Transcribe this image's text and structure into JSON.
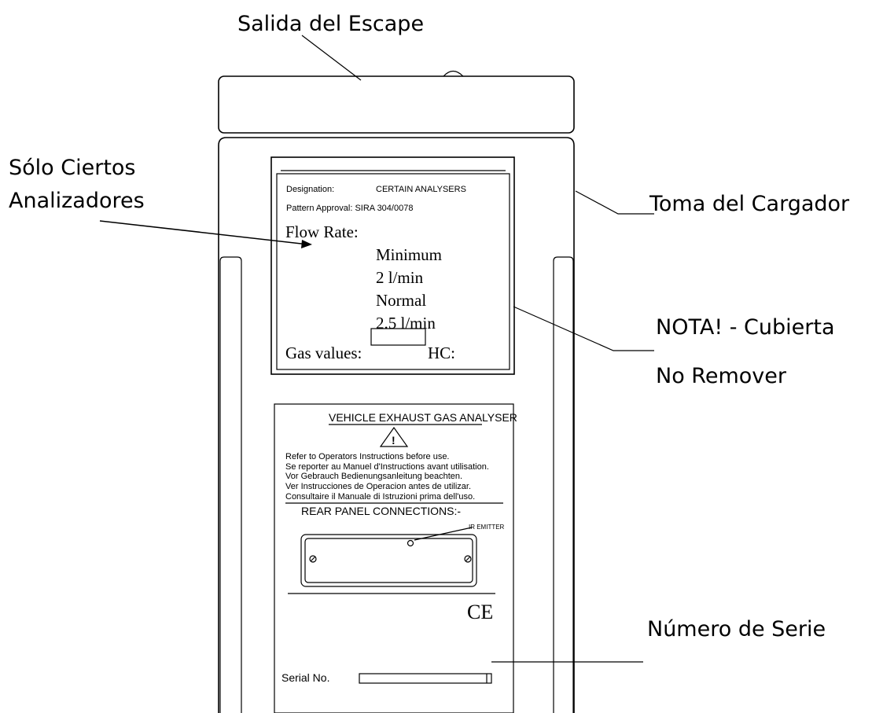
{
  "callouts": {
    "exhaust_outlet": "Salida del Escape",
    "certain_analysers_line1": "Sólo Ciertos",
    "certain_analysers_line2": "Analizadores",
    "charger_socket": "Toma del Cargador",
    "note_cover_line1": "NOTA! - Cubierta",
    "note_cover_line2": "No Remover",
    "serial_number": "Número de Serie"
  },
  "display_label": {
    "designation_key": "Designation:",
    "designation_value": "CERTAIN ANALYSERS",
    "pattern_approval": "Pattern Approval: SIRA 304/0078",
    "flow_rate": "Flow Rate:",
    "minimum": "Minimum",
    "minimum_value": "2 l/min",
    "normal": "Normal",
    "normal_value": "2.5 l/min",
    "gas_values": "Gas values:",
    "hc": "HC:"
  },
  "rear_label": {
    "title": "VEHICLE EXHAUST GAS ANALYSER",
    "warning_symbol": "!",
    "instructions": [
      "Refer to Operators Instructions before use.",
      "Se reporter au Manuel d'Instructions avant utilisation.",
      "Vor Gebrauch Bedienungsanleitung beachten.",
      "Ver Instrucciones de Operacion antes de utilizar.",
      "Consultaire il Manuale di Istruzioni prima dell'uso."
    ],
    "connections_title": "REAR PANEL CONNECTIONS:-",
    "ir_emitter": "IR EMITTER",
    "ce_mark": "CE",
    "serial_label": "Serial No."
  }
}
